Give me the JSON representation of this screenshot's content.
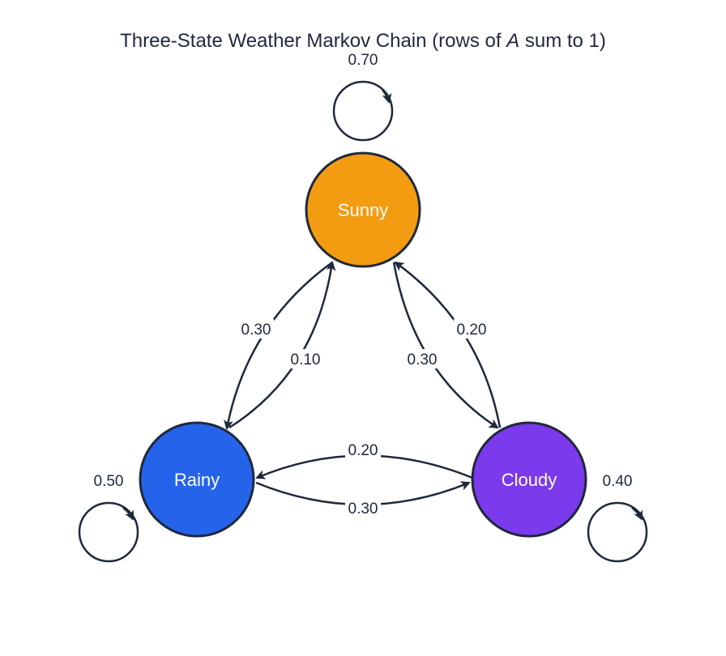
{
  "title": {
    "before": "Three-State Weather Markov Chain (rows of ",
    "symbol": "A",
    "after": " sum to 1)"
  },
  "states": [
    {
      "id": "sunny",
      "label": "Sunny",
      "color": "#f39c12"
    },
    {
      "id": "rainy",
      "label": "Rainy",
      "color": "#2563eb"
    },
    {
      "id": "cloudy",
      "label": "Cloudy",
      "color": "#7c3aed"
    }
  ],
  "transitions": {
    "sunny_sunny": "0.70",
    "sunny_rainy": "0.30",
    "rainy_sunny": "0.10",
    "sunny_cloudy": "0.30",
    "cloudy_sunny": "0.20",
    "cloudy_rainy": "0.20",
    "rainy_cloudy": "0.30",
    "rainy_rainy": "0.50",
    "cloudy_cloudy": "0.40"
  },
  "colors": {
    "edge": "#1e293b",
    "node_border": "#1e293b",
    "node_text": "#ffffff"
  }
}
